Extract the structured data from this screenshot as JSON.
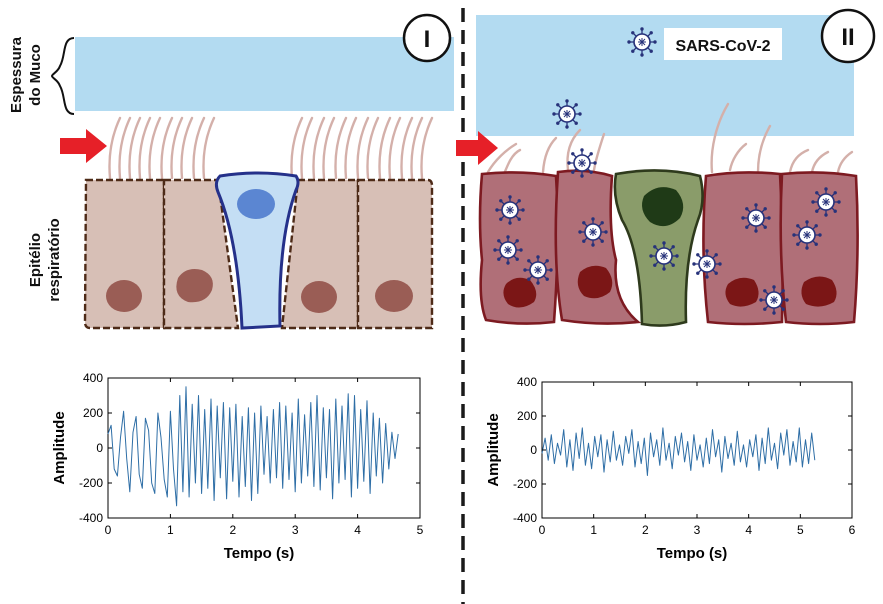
{
  "panel_labels": {
    "left": "I",
    "right": "II"
  },
  "side_labels": {
    "mucus_line1": "Espessura",
    "mucus_line2": "do Muco",
    "epithelium_line1": "Epitélio",
    "epithelium_line2": "respiratório"
  },
  "virus_label": "SARS-CoV-2",
  "icons": [
    "red-arrow-icon",
    "virus-icon",
    "brace-icon"
  ],
  "colors": {
    "mucus": "#b3dbf1",
    "healthy_cell": "#d7bfb6",
    "healthy_nucleus": "#9a5d55",
    "goblet_cell": "#c4def4",
    "goblet_nucleus": "#5b86d2",
    "goblet_outline": "#25318a",
    "infected_cell": "#b06f78",
    "infected_nucleus": "#7b1616",
    "infected_outline": "#7d1a21",
    "infected_goblet": "#8a9c6a",
    "infected_goblet_nucleus": "#1f3a17",
    "cilia": "#d4b0aa",
    "arrow": "#e62028",
    "virus": "#27327a",
    "signal": "#2e6ea6"
  },
  "chart_data": [
    {
      "type": "line",
      "panel": "I",
      "xlabel": "Tempo (s)",
      "ylabel": "Amplitude",
      "xlim": [
        0,
        5
      ],
      "ylim": [
        -400,
        400
      ],
      "x_ticks": [
        "0",
        "1",
        "2",
        "3",
        "4",
        "5"
      ],
      "y_ticks": [
        "400",
        "200",
        "0",
        "-200",
        "-400"
      ],
      "x_tick_values": [
        0,
        1,
        2,
        3,
        4,
        5
      ],
      "y_tick_values": [
        400,
        200,
        0,
        -200,
        -400
      ],
      "grid": false,
      "series": [
        {
          "x": [
            0.0,
            0.05,
            0.1,
            0.15,
            0.2,
            0.25,
            0.3,
            0.35,
            0.4,
            0.45,
            0.5,
            0.55,
            0.6,
            0.65,
            0.7,
            0.75,
            0.8,
            0.85,
            0.9,
            0.95,
            1.0,
            1.05,
            1.1,
            1.15,
            1.2,
            1.25,
            1.3,
            1.35,
            1.4,
            1.45,
            1.5,
            1.55,
            1.6,
            1.65,
            1.7,
            1.75,
            1.8,
            1.85,
            1.9,
            1.95,
            2.0,
            2.05,
            2.1,
            2.15,
            2.2,
            2.25,
            2.3,
            2.35,
            2.4,
            2.45,
            2.5,
            2.55,
            2.6,
            2.65,
            2.7,
            2.75,
            2.8,
            2.85,
            2.9,
            2.95,
            3.0,
            3.05,
            3.1,
            3.15,
            3.2,
            3.25,
            3.3,
            3.35,
            3.4,
            3.45,
            3.5,
            3.55,
            3.6,
            3.65,
            3.7,
            3.75,
            3.8,
            3.85,
            3.9,
            3.95,
            4.0,
            4.05,
            4.1,
            4.15,
            4.2,
            4.25,
            4.3,
            4.35,
            4.4,
            4.45,
            4.5,
            4.55,
            4.6,
            4.65
          ],
          "y": [
            80,
            130,
            -120,
            -160,
            60,
            210,
            -60,
            -250,
            90,
            180,
            -150,
            -230,
            170,
            100,
            -200,
            -260,
            200,
            60,
            -180,
            -280,
            210,
            -120,
            -330,
            300,
            -250,
            350,
            -280,
            250,
            -200,
            300,
            -260,
            220,
            -230,
            280,
            -300,
            240,
            -170,
            260,
            -290,
            230,
            -190,
            250,
            -280,
            180,
            -220,
            230,
            -300,
            200,
            -260,
            240,
            -150,
            180,
            -200,
            220,
            -170,
            260,
            -230,
            240,
            -180,
            200,
            -250,
            280,
            -200,
            190,
            -160,
            260,
            -220,
            300,
            -240,
            230,
            -170,
            220,
            -290,
            280,
            -200,
            240,
            -180,
            310,
            -280,
            300,
            -230,
            220,
            -190,
            270,
            -260,
            200,
            -160,
            170,
            -200,
            140,
            -120,
            90,
            -60,
            80
          ]
        }
      ]
    },
    {
      "type": "line",
      "panel": "II",
      "xlabel": "Tempo (s)",
      "ylabel": "Amplitude",
      "xlim": [
        0,
        6
      ],
      "ylim": [
        -400,
        400
      ],
      "x_ticks": [
        "0",
        "1",
        "2",
        "3",
        "4",
        "5",
        "6"
      ],
      "y_ticks": [
        "400",
        "200",
        "0",
        "-200",
        "-400"
      ],
      "x_tick_values": [
        0,
        1,
        2,
        3,
        4,
        5,
        6
      ],
      "y_tick_values": [
        400,
        200,
        0,
        -200,
        -400
      ],
      "grid": false,
      "series": [
        {
          "x": [
            0.0,
            0.06,
            0.12,
            0.18,
            0.24,
            0.3,
            0.36,
            0.42,
            0.48,
            0.54,
            0.6,
            0.66,
            0.72,
            0.78,
            0.84,
            0.9,
            0.96,
            1.02,
            1.08,
            1.14,
            1.2,
            1.26,
            1.32,
            1.38,
            1.44,
            1.5,
            1.56,
            1.62,
            1.68,
            1.74,
            1.8,
            1.86,
            1.92,
            1.98,
            2.04,
            2.1,
            2.16,
            2.22,
            2.28,
            2.34,
            2.4,
            2.46,
            2.52,
            2.58,
            2.64,
            2.7,
            2.76,
            2.82,
            2.88,
            2.94,
            3.0,
            3.06,
            3.12,
            3.18,
            3.24,
            3.3,
            3.36,
            3.42,
            3.48,
            3.54,
            3.6,
            3.66,
            3.72,
            3.78,
            3.84,
            3.9,
            3.96,
            4.02,
            4.08,
            4.14,
            4.2,
            4.26,
            4.32,
            4.38,
            4.44,
            4.5,
            4.56,
            4.62,
            4.68,
            4.74,
            4.8,
            4.86,
            4.92,
            4.98,
            5.04,
            5.1,
            5.16,
            5.22,
            5.28
          ],
          "y": [
            -20,
            70,
            -60,
            90,
            -80,
            40,
            -30,
            120,
            -100,
            60,
            -120,
            100,
            -50,
            130,
            -90,
            40,
            -110,
            80,
            -40,
            90,
            -130,
            60,
            -70,
            110,
            -60,
            30,
            -90,
            80,
            -20,
            120,
            -100,
            50,
            -80,
            70,
            -150,
            100,
            -40,
            60,
            -90,
            130,
            -60,
            40,
            -110,
            80,
            -30,
            100,
            -70,
            50,
            -120,
            90,
            -60,
            30,
            -100,
            70,
            -80,
            120,
            -40,
            60,
            -130,
            80,
            -50,
            40,
            -90,
            110,
            -70,
            30,
            -100,
            60,
            -40,
            90,
            -120,
            70,
            -80,
            130,
            -60,
            40,
            -110,
            100,
            -30,
            120,
            -90,
            50,
            -70,
            130,
            -100,
            60,
            -80,
            100,
            -60
          ]
        }
      ]
    }
  ]
}
